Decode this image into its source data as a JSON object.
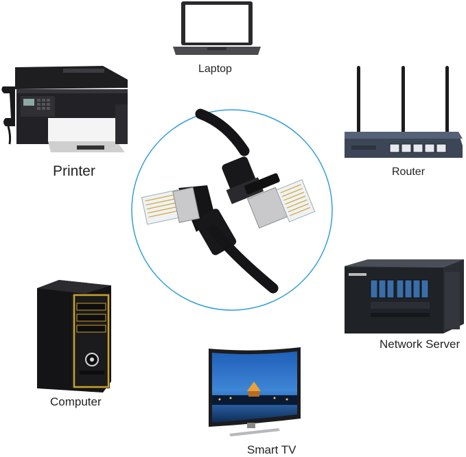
{
  "devices": {
    "laptop": {
      "label": "Laptop",
      "icon": "laptop-icon"
    },
    "printer": {
      "label": "Printer",
      "icon": "printer-icon"
    },
    "router": {
      "label": "Router",
      "icon": "router-icon"
    },
    "server": {
      "label": "Network Server",
      "icon": "server-icon"
    },
    "computer": {
      "label": "Computer",
      "icon": "computer-icon"
    },
    "tv": {
      "label": "Smart TV",
      "icon": "tv-icon"
    }
  },
  "colors": {
    "circle_stroke": "#2f9fd8",
    "device_dark": "#1f1f22",
    "accent_gold": "#c9a227",
    "router_body": "#3c4656"
  }
}
